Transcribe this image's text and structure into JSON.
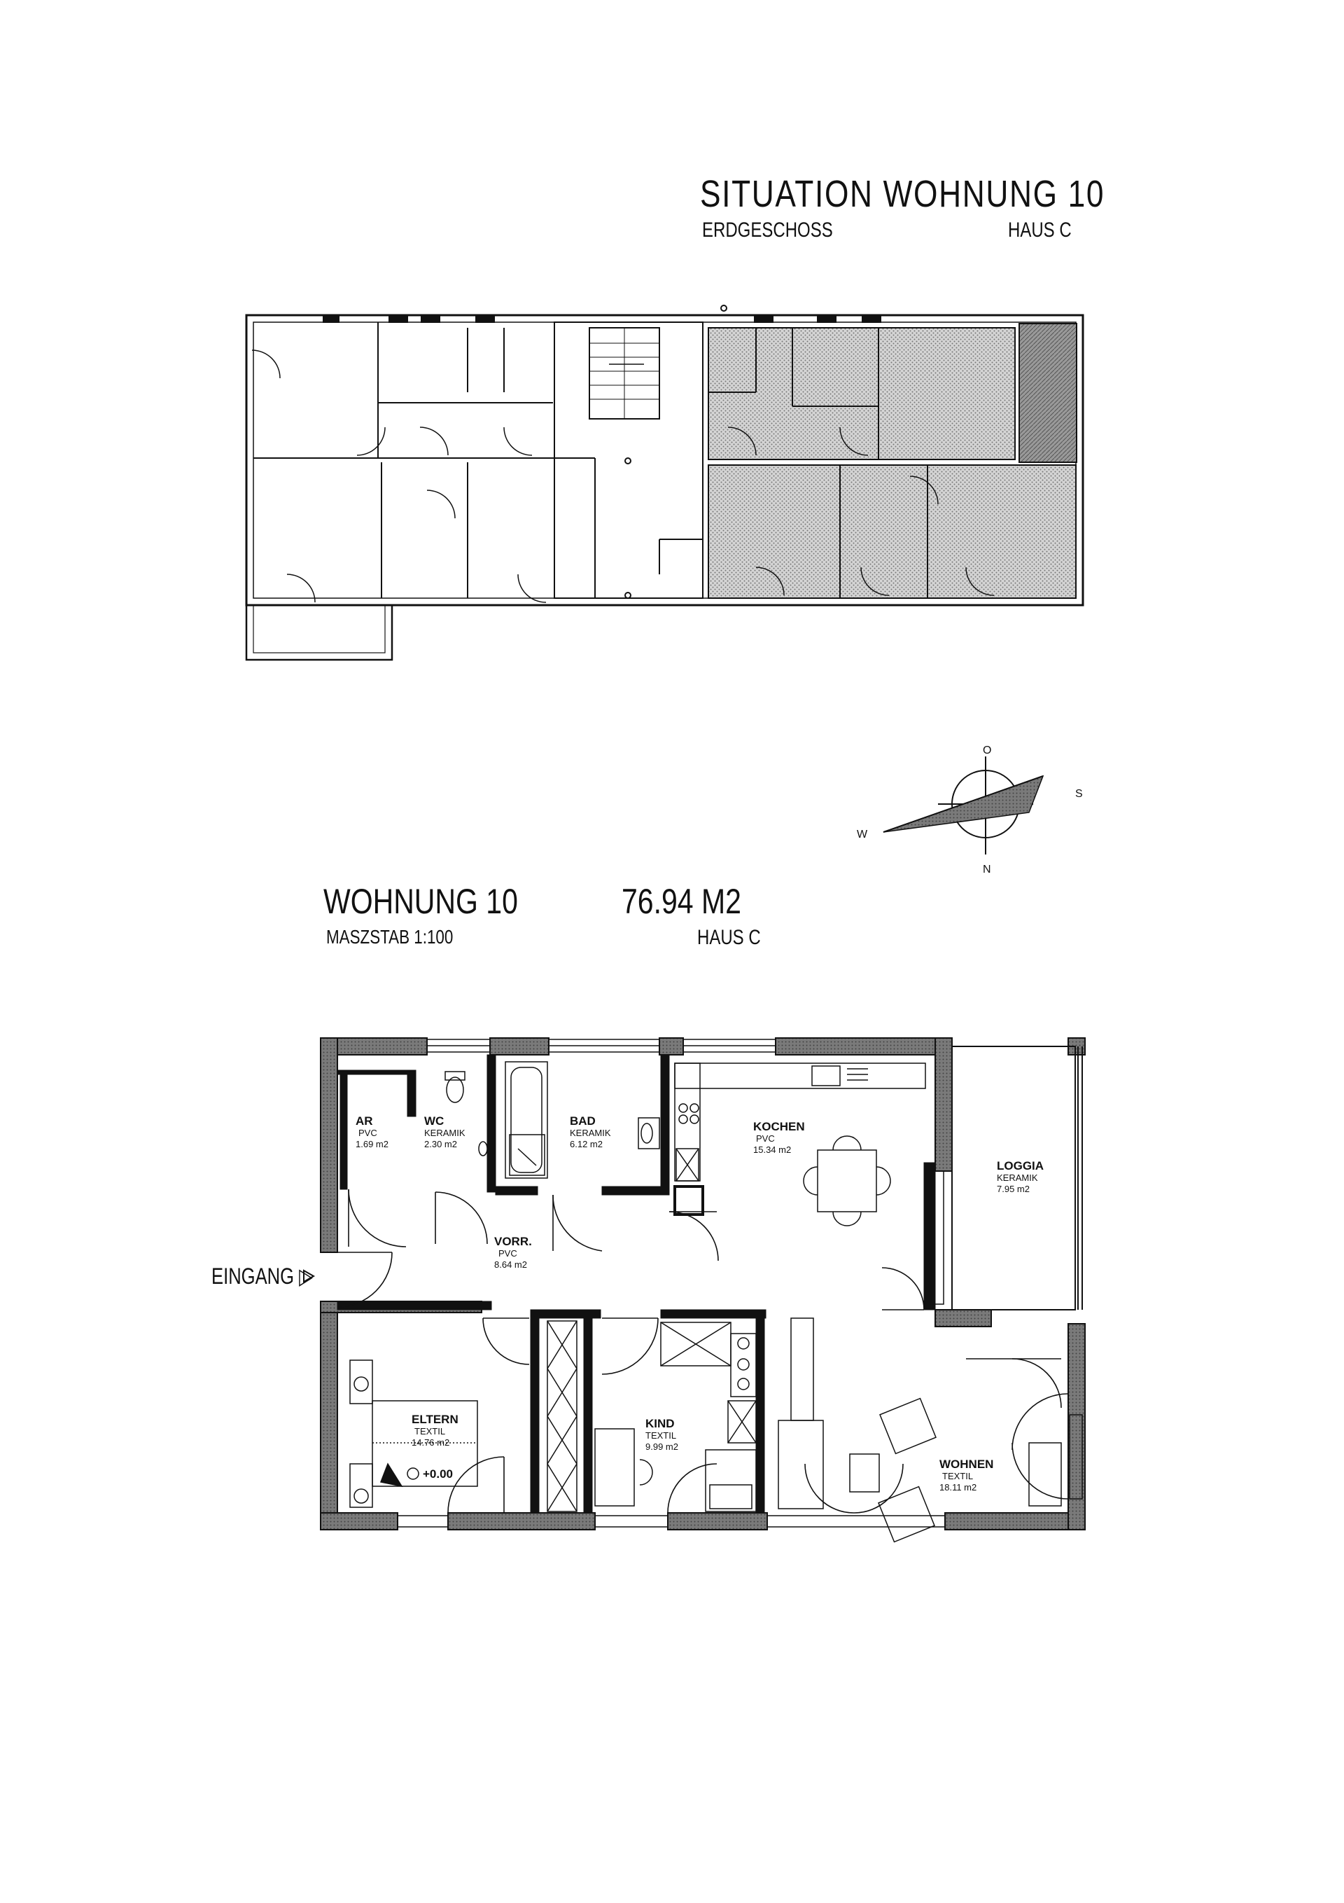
{
  "situation": {
    "title": "SITUATION WOHNUNG 10",
    "floor": "ERDGESCHOSS",
    "house": "HAUS C"
  },
  "unit": {
    "title": "WOHNUNG 10",
    "area": "76.94 M2",
    "scale": "MASZSTAB 1:100",
    "house": "HAUS C",
    "entrance": "EINGANG ▷",
    "level_mark": "+0.00"
  },
  "compass": {
    "labels": [
      "O",
      "S",
      "W",
      "N"
    ]
  },
  "rooms": [
    {
      "name": "AR",
      "floor": "PVC",
      "area": "1.69 m2"
    },
    {
      "name": "WC",
      "floor": "KERAMIK",
      "area": "2.30 m2"
    },
    {
      "name": "BAD",
      "floor": "KERAMIK",
      "area": "6.12 m2"
    },
    {
      "name": "KOCHEN",
      "floor": "PVC",
      "area": "15.34 m2"
    },
    {
      "name": "LOGGIA",
      "floor": "KERAMIK",
      "area": "7.95 m2"
    },
    {
      "name": "VORR.",
      "floor": "PVC",
      "area": "8.64 m2"
    },
    {
      "name": "ELTERN",
      "floor": "TEXTIL",
      "area": "14.76 m2"
    },
    {
      "name": "KIND",
      "floor": "TEXTIL",
      "area": "9.99 m2"
    },
    {
      "name": "WOHNEN",
      "floor": "TEXTIL",
      "area": "18.11 m2"
    }
  ],
  "colors": {
    "ink": "#111111",
    "wall_fill": "#8a8a8a",
    "highlight_fill": "#c8c8c8"
  }
}
